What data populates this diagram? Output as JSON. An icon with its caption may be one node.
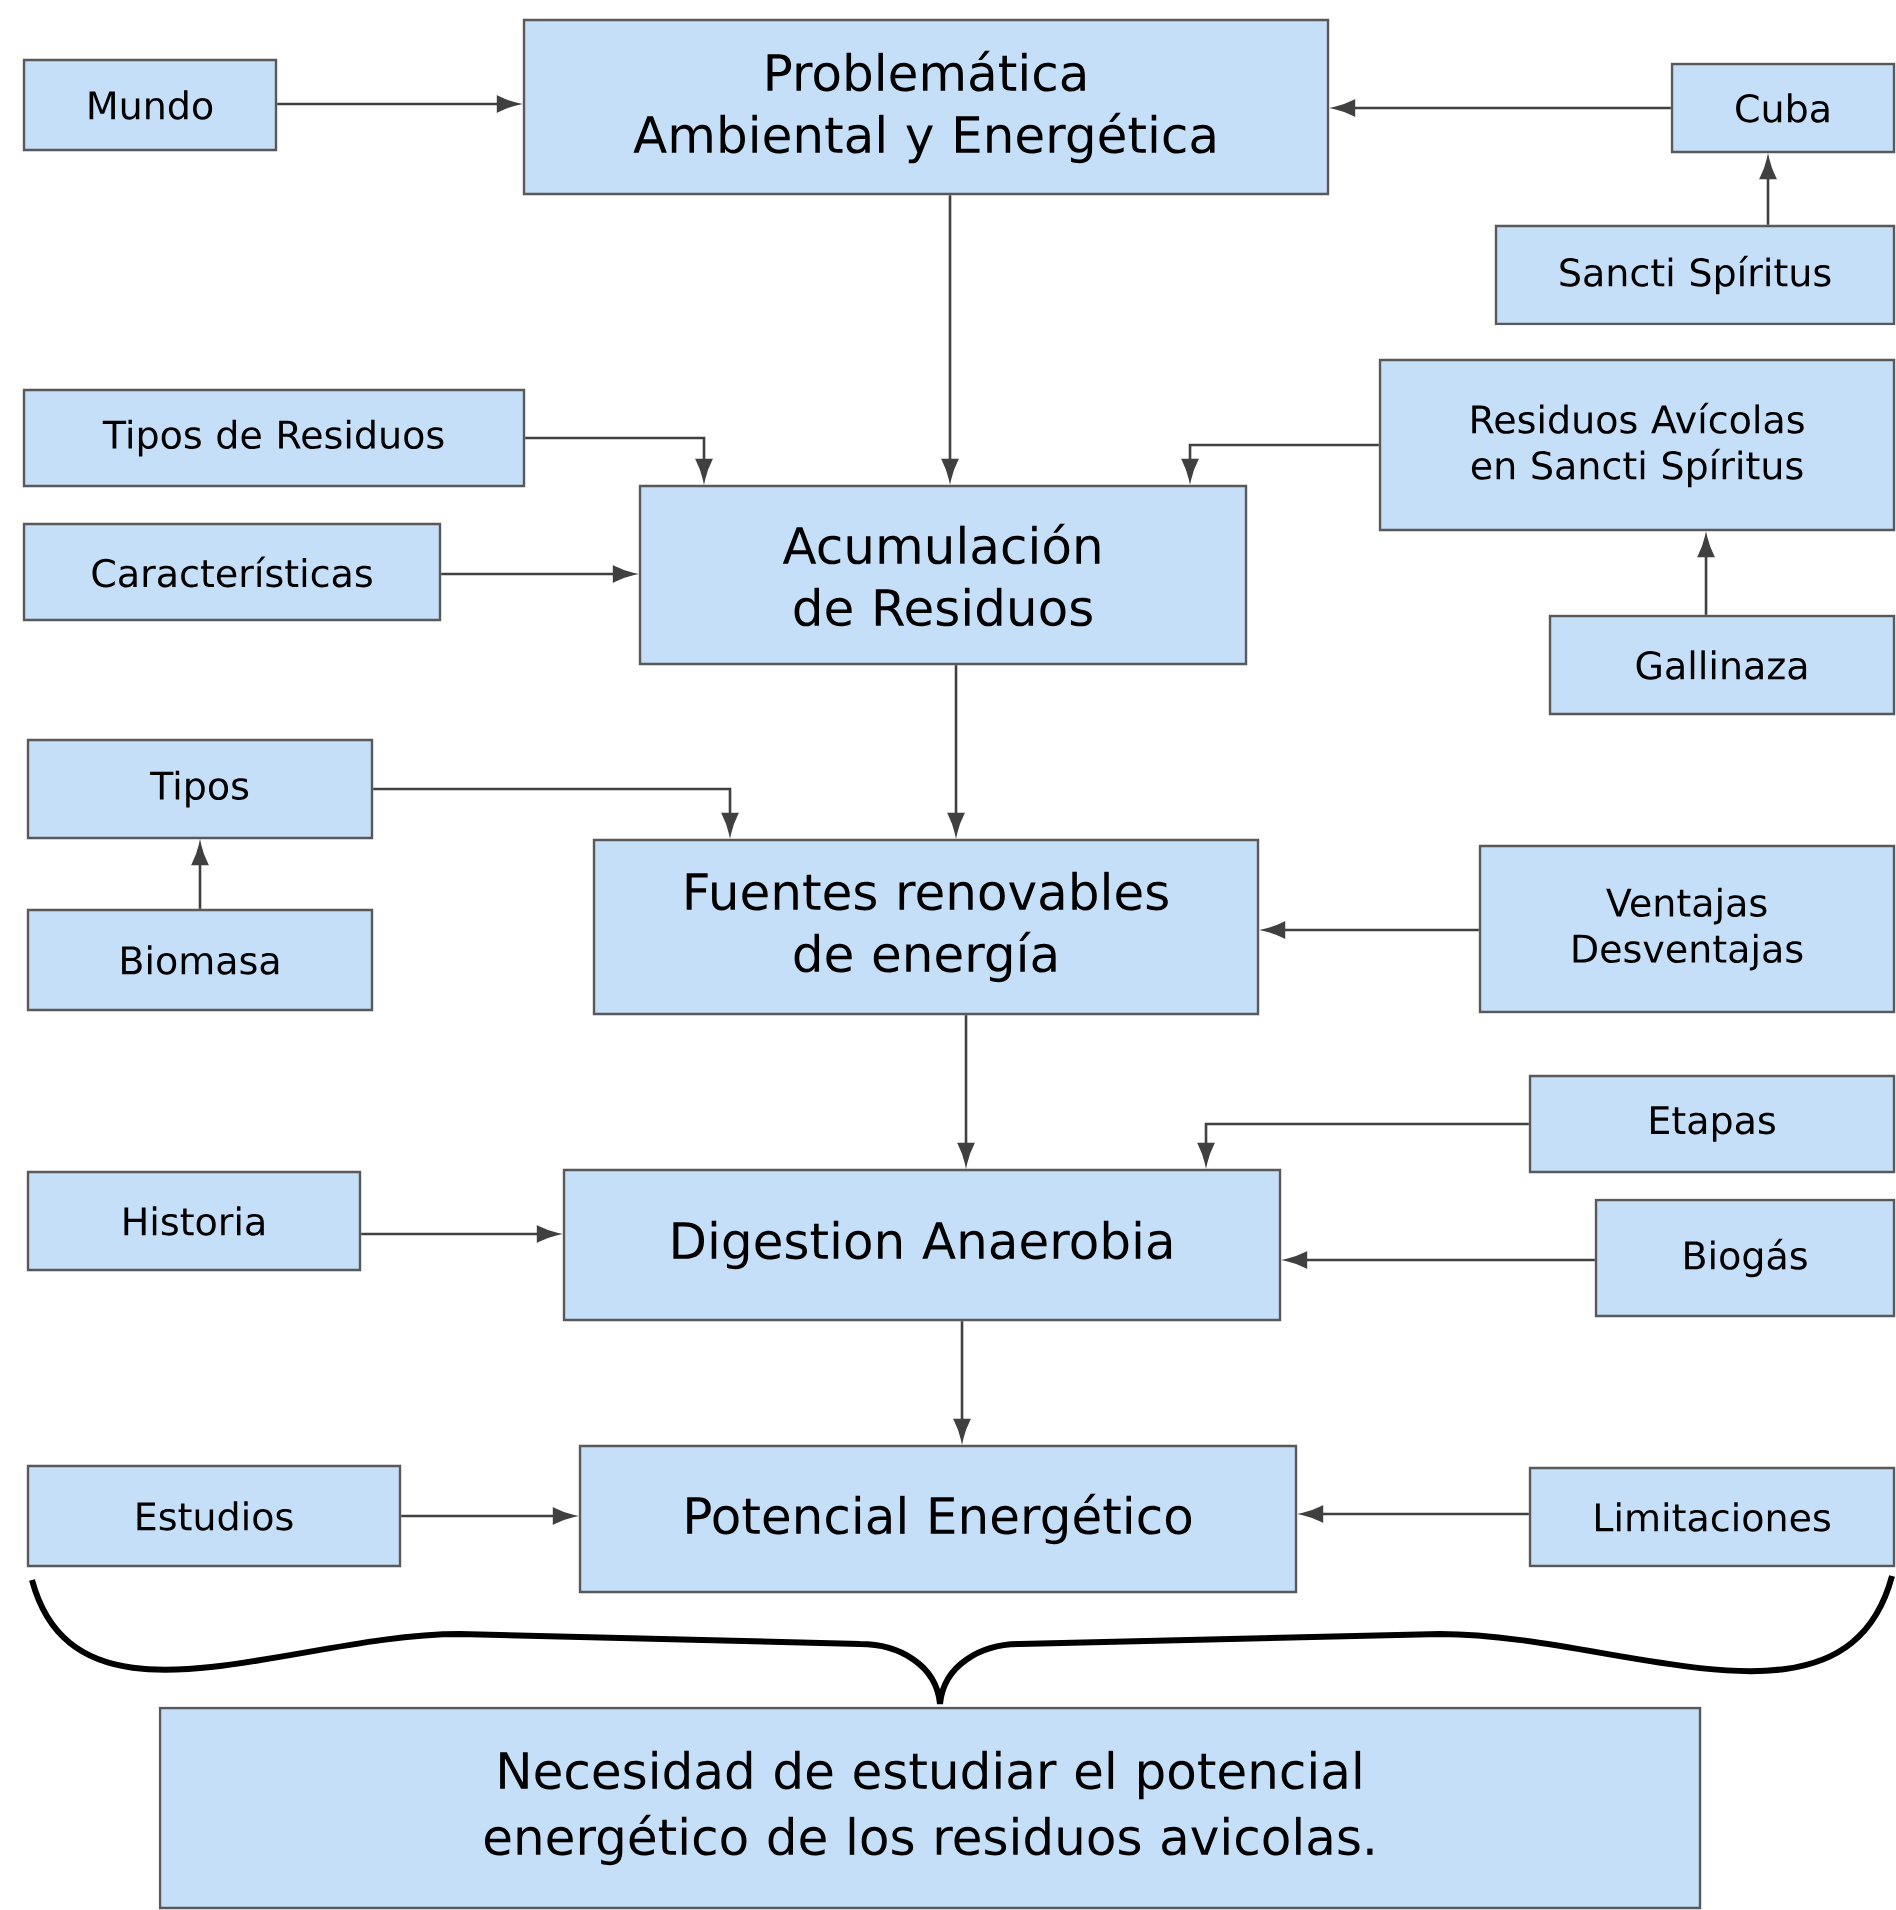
{
  "diagram": {
    "nodes": [
      {
        "text": [
          "Mundo"
        ]
      },
      {
        "text": [
          "Problemática Ambiental y Energética"
        ]
      },
      {
        "text": [
          "Cuba"
        ]
      },
      {
        "text": [
          "Sancti Spíritus"
        ]
      },
      {
        "text": [
          "Tipos de Residuos"
        ]
      },
      {
        "text": [
          "Residuos Avícolas en Sancti Spíritus"
        ]
      },
      {
        "text": [
          "Acumulación de Residuos"
        ]
      },
      {
        "text": [
          "Características"
        ]
      },
      {
        "text": [
          "Gallinaza"
        ]
      },
      {
        "text": [
          "Tipos"
        ]
      },
      {
        "text": [
          "Fuentes renovables de energía"
        ]
      },
      {
        "text": [
          "Ventajas Desventajas"
        ]
      },
      {
        "text": [
          "Biomasa"
        ]
      },
      {
        "text": [
          "Etapas"
        ]
      },
      {
        "text": [
          "Historia"
        ]
      },
      {
        "text": [
          "Digestion Anaerobia"
        ]
      },
      {
        "text": [
          "Biogás"
        ]
      },
      {
        "text": [
          "Estudios"
        ]
      },
      {
        "text": [
          "Potencial Energético"
        ]
      },
      {
        "text": [
          "Limitaciones"
        ]
      },
      {
        "text": [
          "Necesidad de estudiar el potencial energético de los residuos avicolas."
        ]
      }
    ],
    "edges": [
      {
        "from": 0,
        "to": 1,
        "arrow": "to"
      },
      {
        "from": 2,
        "to": 1,
        "arrow": "to"
      },
      {
        "from": 3,
        "to": 2,
        "arrow": "to"
      },
      {
        "from": 1,
        "to": 6,
        "arrow": "to"
      },
      {
        "from": 4,
        "to": 6,
        "arrow": "to"
      },
      {
        "from": 5,
        "to": 6,
        "arrow": "to"
      },
      {
        "from": 7,
        "to": 6,
        "arrow": "to"
      },
      {
        "from": 8,
        "to": 5,
        "arrow": "to"
      },
      {
        "from": 6,
        "to": 10,
        "arrow": "to"
      },
      {
        "from": 9,
        "to": 10,
        "arrow": "to"
      },
      {
        "from": 11,
        "to": 10,
        "arrow": "to"
      },
      {
        "from": 12,
        "to": 9,
        "arrow": "to"
      },
      {
        "from": 10,
        "to": 15,
        "arrow": "to"
      },
      {
        "from": 13,
        "to": 15,
        "arrow": "to"
      },
      {
        "from": 14,
        "to": 15,
        "arrow": "to"
      },
      {
        "from": 16,
        "to": 15,
        "arrow": "to"
      },
      {
        "from": 15,
        "to": 18,
        "arrow": "to"
      },
      {
        "from": 17,
        "to": 18,
        "arrow": "to"
      },
      {
        "from": 19,
        "to": 18,
        "arrow": "to"
      }
    ]
  }
}
